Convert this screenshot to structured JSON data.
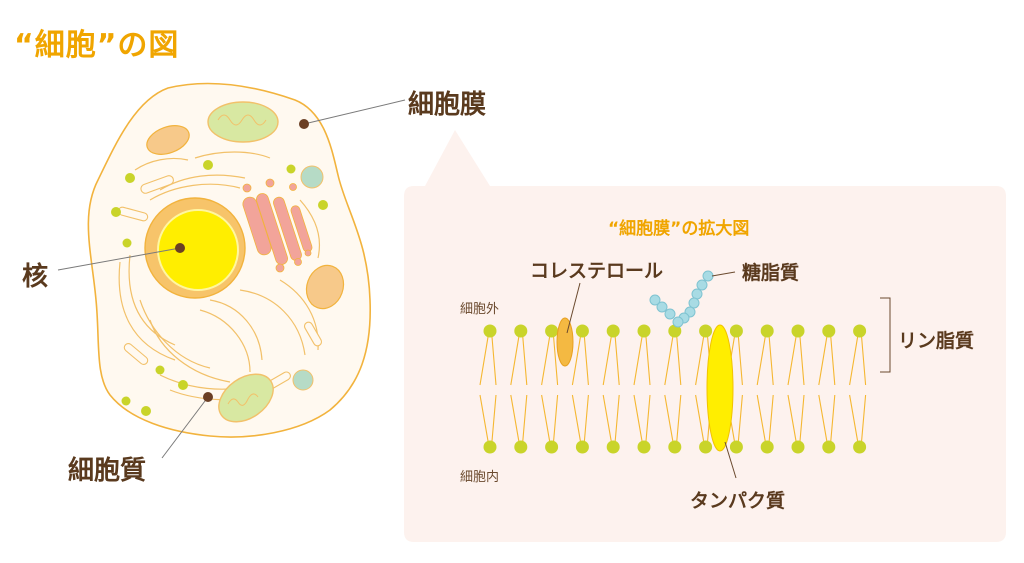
{
  "title": "“細胞”の図",
  "labels": {
    "membrane": "細胞膜",
    "nucleus": "核",
    "cytoplasm": "細胞質"
  },
  "enlarged": {
    "title": "“細胞膜”の拡大図",
    "cholesterol": "コレステロール",
    "glycolipid": "糖脂質",
    "outside": "細胞外",
    "inside": "細胞内",
    "phospholipid": "リン脂質",
    "protein": "タンパク質"
  },
  "colors": {
    "title": "#f0a500",
    "label_text": "#5a3a1e",
    "panel_bg": "#fdf2ee",
    "outline": "#f2b33d",
    "nucleus": "#ffee00",
    "nucleus_ring": "#f7c46a",
    "mitochondria": "#d8e8a2",
    "golgi": "#f2a49a",
    "lipid_head": "#c9d42a",
    "cholesterol": "#f4b942",
    "protein": "#ffee00",
    "glycan": "#a8dbe4"
  }
}
